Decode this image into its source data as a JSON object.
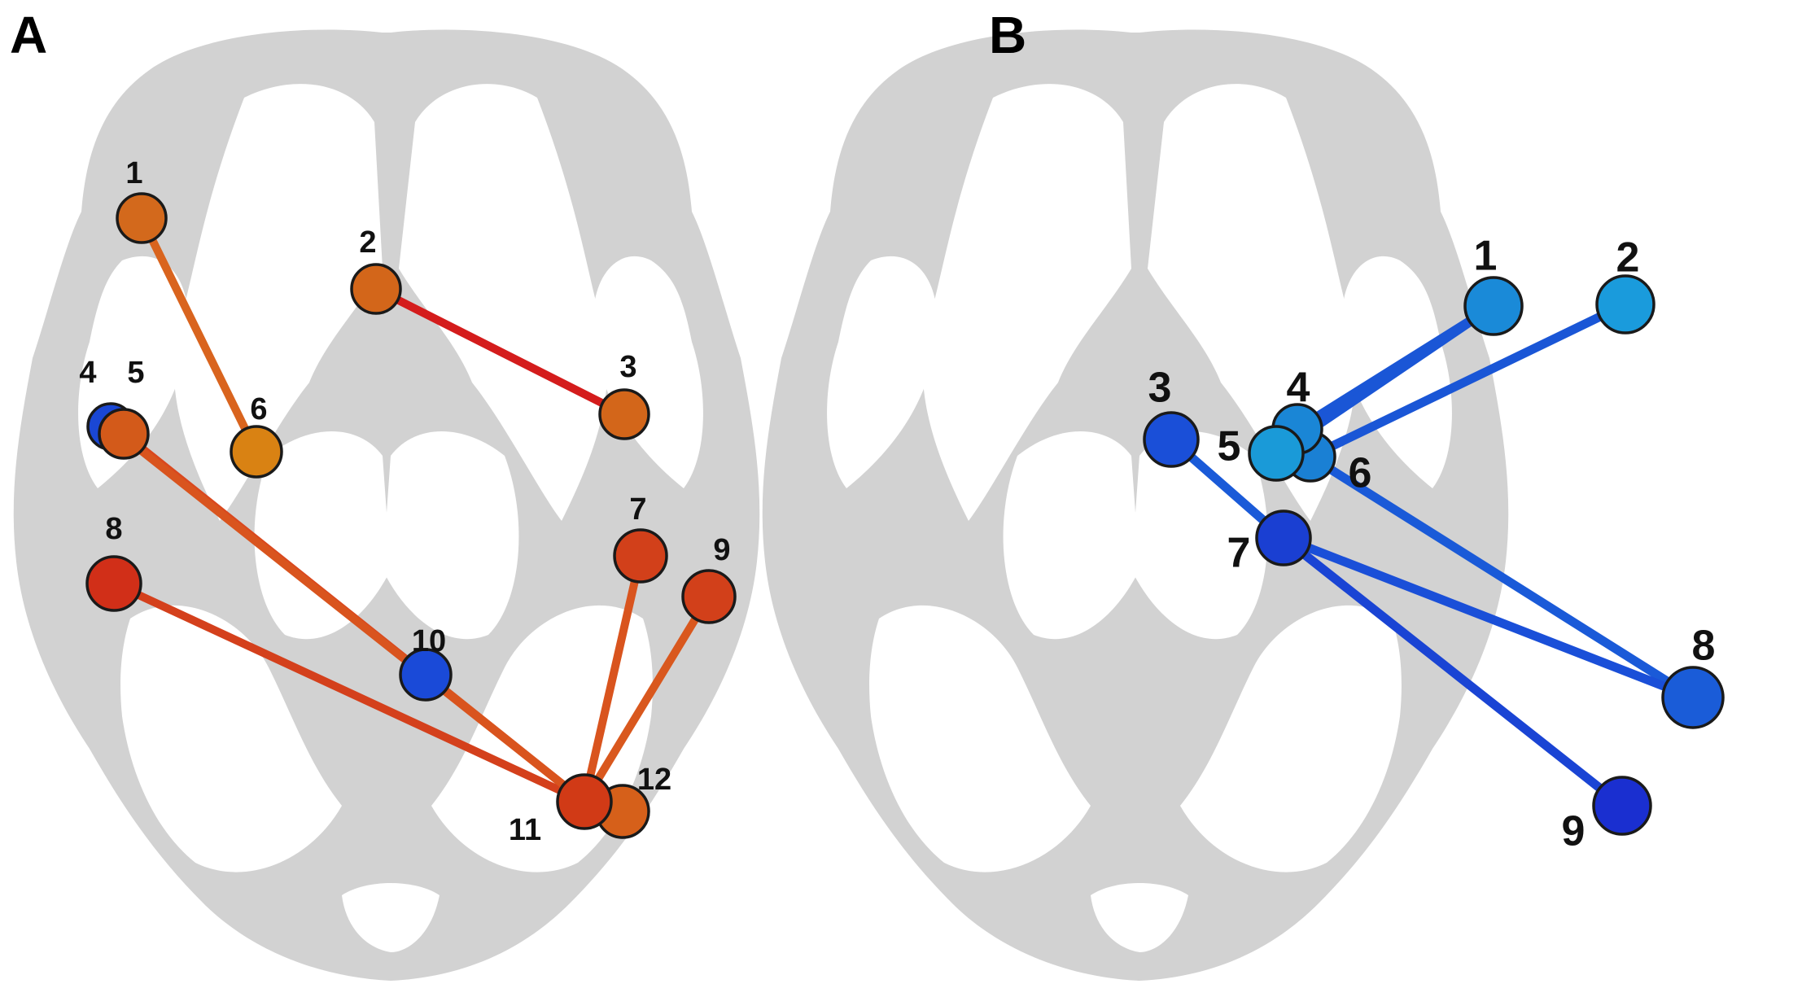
{
  "panels": [
    {
      "letter": "A",
      "colors": {
        "orange": "#d3681a",
        "amber": "#d97f12",
        "red_orange": "#d3421a",
        "red": "#cc2a14",
        "blue": "#1a47d4",
        "edge_red": "#d31f1a",
        "edge_orange": "#d9541e"
      },
      "nodes": [
        {
          "label": "1",
          "color": "#d3691c"
        },
        {
          "label": "2",
          "color": "#d3661a"
        },
        {
          "label": "3",
          "color": "#d3661a"
        },
        {
          "label": "4",
          "color": "#1a47d4"
        },
        {
          "label": "5",
          "color": "#d35a1a"
        },
        {
          "label": "6",
          "color": "#d98213"
        },
        {
          "label": "7",
          "color": "#d2401a"
        },
        {
          "label": "8",
          "color": "#d12f18"
        },
        {
          "label": "9",
          "color": "#d2401a"
        },
        {
          "label": "10",
          "color": "#1a4ad8"
        },
        {
          "label": "11",
          "color": "#d13a16"
        },
        {
          "label": "12",
          "color": "#d6601a"
        }
      ],
      "edges": [
        {
          "from": "1",
          "to": "6",
          "color": "#d9641e"
        },
        {
          "from": "2",
          "to": "3",
          "color": "#d41c1c"
        },
        {
          "from": "5",
          "to": "11",
          "color": "#d9481e"
        },
        {
          "from": "4",
          "to": "11",
          "color": "#d9541e"
        },
        {
          "from": "8",
          "to": "11",
          "color": "#d4401c"
        },
        {
          "from": "10",
          "to": "11",
          "color": "#d9541e"
        },
        {
          "from": "7",
          "to": "11",
          "color": "#d9541e"
        },
        {
          "from": "9",
          "to": "11",
          "color": "#d9581e"
        }
      ]
    },
    {
      "letter": "B",
      "nodes": [
        {
          "label": "1",
          "color": "#1a8ad8"
        },
        {
          "label": "2",
          "color": "#1a9bdc"
        },
        {
          "label": "3",
          "color": "#1a4fd8"
        },
        {
          "label": "4",
          "color": "#1a86d6"
        },
        {
          "label": "5",
          "color": "#1a9ad8"
        },
        {
          "label": "6",
          "color": "#1a80d4"
        },
        {
          "label": "7",
          "color": "#1a3fd2"
        },
        {
          "label": "8",
          "color": "#1a5cd8"
        },
        {
          "label": "9",
          "color": "#1a2fd0"
        }
      ],
      "edges": [
        {
          "from": "4",
          "to": "1",
          "color": "#1a56d6"
        },
        {
          "from": "5",
          "to": "1",
          "color": "#1a56d6"
        },
        {
          "from": "6",
          "to": "2",
          "color": "#1a56d6"
        },
        {
          "from": "6",
          "to": "8",
          "color": "#1a5ad8"
        },
        {
          "from": "3",
          "to": "7",
          "color": "#1a5ad8"
        },
        {
          "from": "7",
          "to": "8",
          "color": "#1a4fd8"
        },
        {
          "from": "7",
          "to": "9",
          "color": "#1a44d4"
        }
      ]
    }
  ]
}
